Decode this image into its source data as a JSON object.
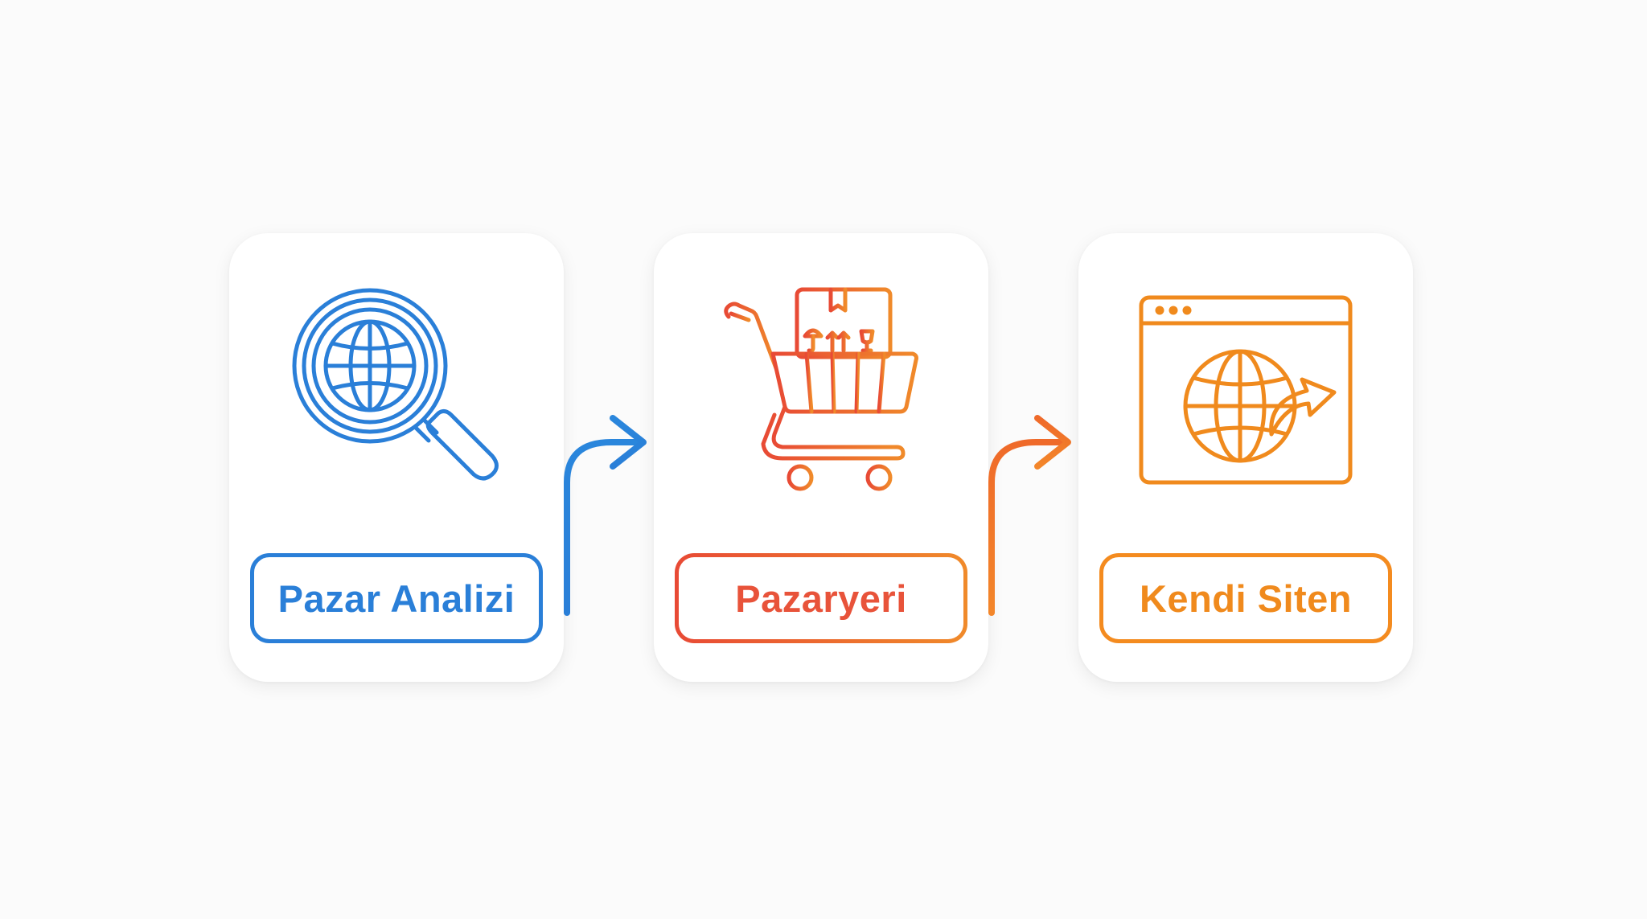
{
  "steps": [
    {
      "label": "Pazar Analizi",
      "icon": "globe-magnifier-icon",
      "color": "#2a7fd8"
    },
    {
      "label": "Pazaryeri",
      "icon": "shopping-cart-icon",
      "color": "#e8533a"
    },
    {
      "label": "Kendi Siten",
      "icon": "browser-globe-icon",
      "color": "#f08a1d"
    }
  ],
  "connectors": [
    {
      "from": "Pazar Analizi",
      "to": "Pazaryeri",
      "color": "#2a7fd8"
    },
    {
      "from": "Pazaryeri",
      "to": "Kendi Siten",
      "color": "#f07a22"
    }
  ]
}
